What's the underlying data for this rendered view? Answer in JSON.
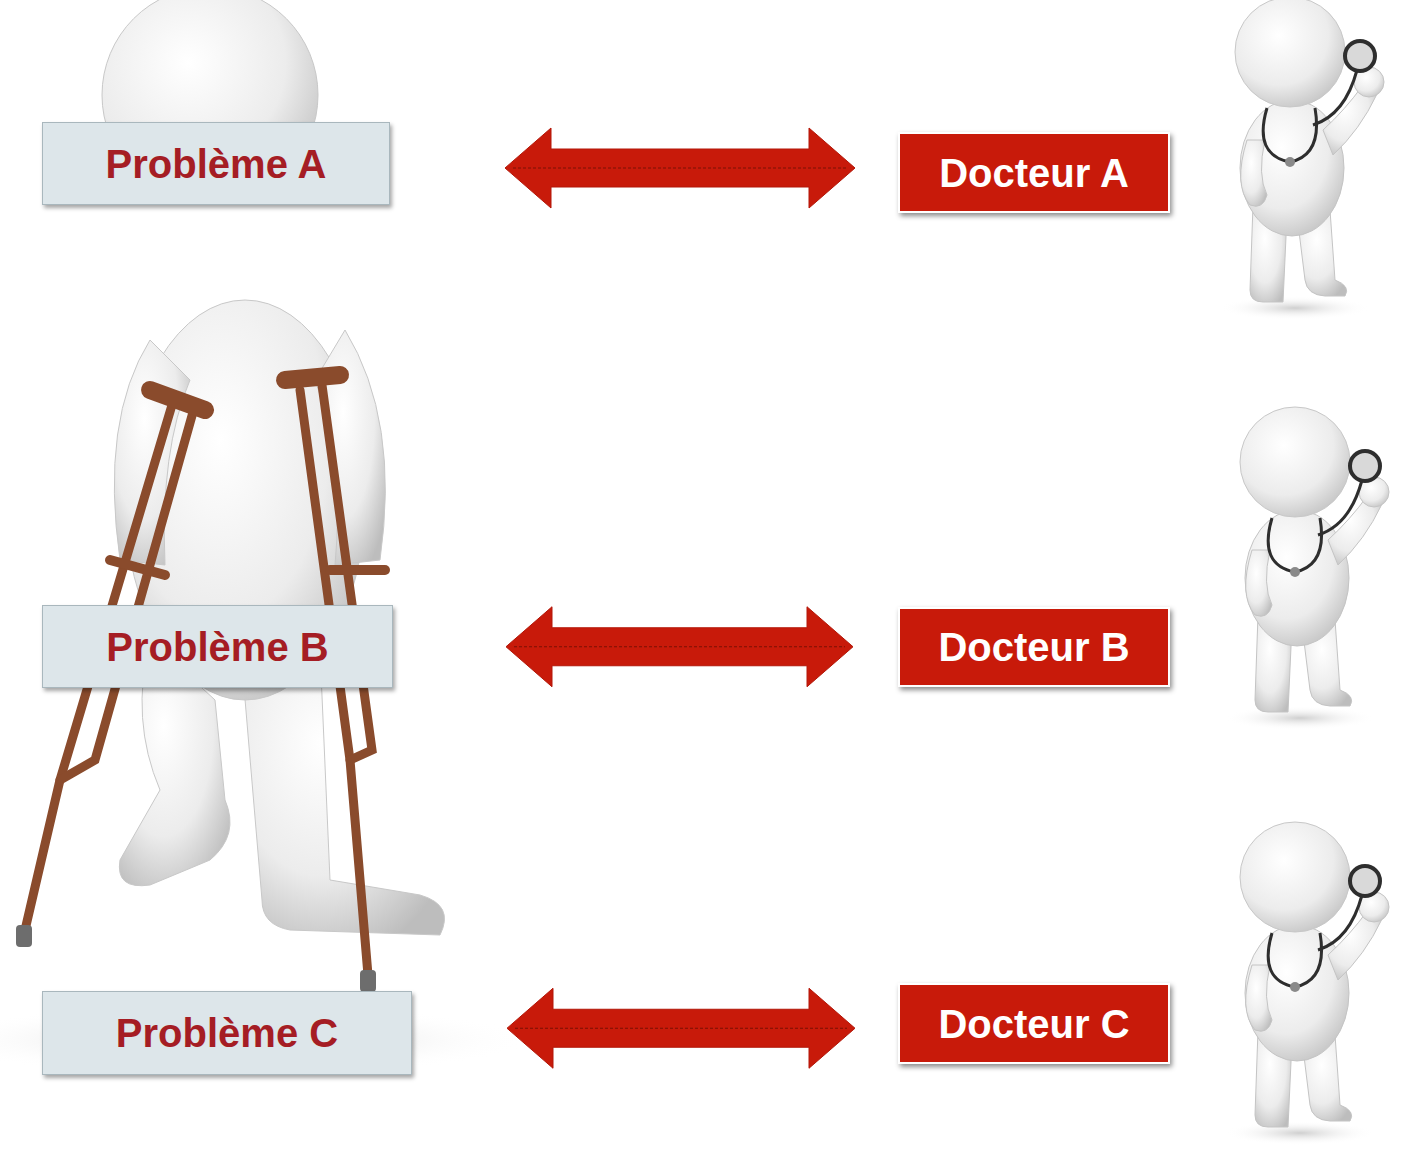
{
  "diagram": {
    "nodes": [
      {
        "text": [
          "Problème A"
        ]
      },
      {
        "text": [
          "Docteur A"
        ]
      },
      {
        "text": [
          "Problème B"
        ]
      },
      {
        "text": [
          "Docteur B"
        ]
      },
      {
        "text": [
          "Problème C"
        ]
      },
      {
        "text": [
          "Docteur C"
        ]
      }
    ],
    "edges": [
      {
        "from": 0,
        "to": 1,
        "arrow": "both"
      },
      {
        "from": 2,
        "to": 3,
        "arrow": "both"
      },
      {
        "from": 4,
        "to": 5,
        "arrow": "both"
      }
    ]
  }
}
